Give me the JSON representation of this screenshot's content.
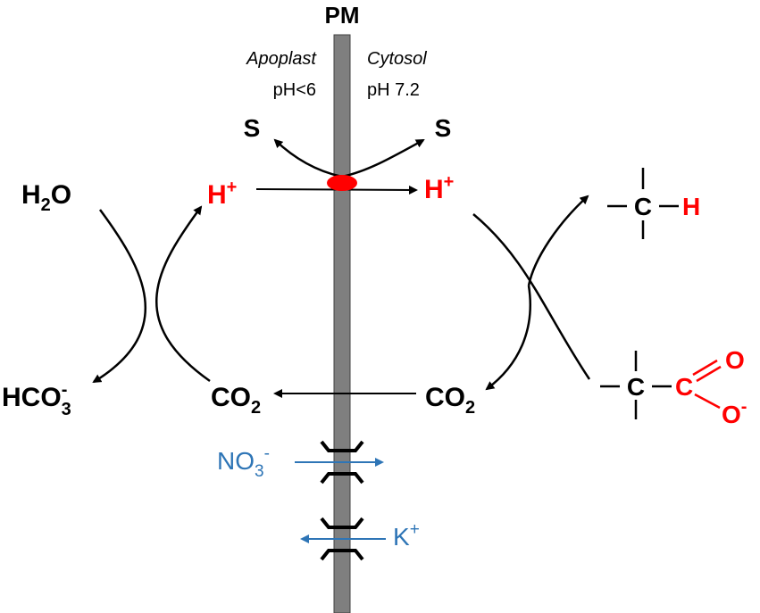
{
  "labels": {
    "pm": "PM",
    "apoplast": "Apoplast",
    "cytosol": "Cytosol",
    "ph_apoplast": "pH<6",
    "ph_cytosol": "pH 7.2",
    "s_left": "S",
    "s_right": "S",
    "h2o_main": "H",
    "h2o_sub": "2",
    "h2o_tail": "O",
    "hplus_left_main": "H",
    "hplus_left_sup": "+",
    "hplus_right_main": "H",
    "hplus_right_sup": "+",
    "hco3_main": "HCO",
    "hco3_sub": "3",
    "hco3_sup": "-",
    "co2_left_main": "CO",
    "co2_left_sub": "2",
    "co2_right_main": "CO",
    "co2_right_sub": "2",
    "ch_c": "C",
    "ch_h": "H",
    "carboxyl_c_black": "C",
    "carboxyl_c_red": "C",
    "carboxyl_o1": "O",
    "carboxyl_o2": "O",
    "carboxyl_o2_sup": "-",
    "no3_main": "NO",
    "no3_sub": "3",
    "no3_sup": "-",
    "k_main": "K",
    "k_sup": "+"
  },
  "colors": {
    "black": "#000000",
    "red": "#ff0000",
    "blue": "#2e75b6",
    "membrane": "#7f7f7f"
  }
}
